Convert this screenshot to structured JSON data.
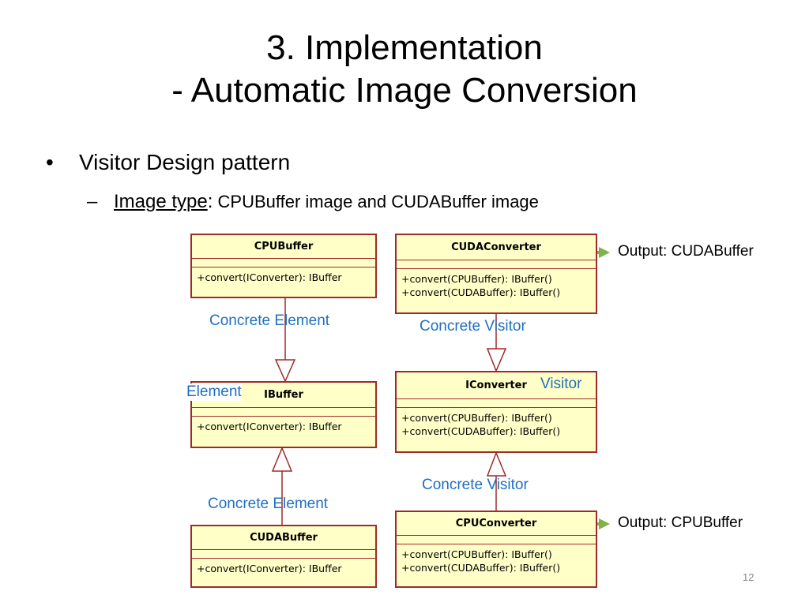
{
  "slide": {
    "title_line1": "3. Implementation",
    "title_line2": "- Automatic Image Conversion",
    "bullet1": "Visitor Design pattern",
    "bullet2_label": "Image type",
    "bullet2_colon": ":",
    "bullet2_text": " CPUBuffer image and CUDABuffer image",
    "page_number": "12"
  },
  "classes": {
    "cpubuffer": {
      "name": "CPUBuffer",
      "ops": [
        "+convert(IConverter): IBuffer"
      ]
    },
    "ibuffer": {
      "name": "IBuffer",
      "ops": [
        "+convert(IConverter): IBuffer"
      ]
    },
    "cudabuffer": {
      "name": "CUDABuffer",
      "ops": [
        "+convert(IConverter): IBuffer"
      ]
    },
    "cudaconverter": {
      "name": "CUDAConverter",
      "ops": [
        "+convert(CPUBuffer): IBuffer()",
        "+convert(CUDABuffer): IBuffer()"
      ]
    },
    "iconverter": {
      "name": "IConverter",
      "ops": [
        "+convert(CPUBuffer): IBuffer()",
        "+convert(CUDABuffer): IBuffer()"
      ]
    },
    "cpuconverter": {
      "name": "CPUConverter",
      "ops": [
        "+convert(CPUBuffer): IBuffer()",
        "+convert(CUDABuffer): IBuffer()"
      ]
    }
  },
  "labels": {
    "concrete_element_top": "Concrete Element",
    "element": "Element",
    "concrete_element_bottom": "Concrete Element",
    "concrete_visitor_top": "Concrete Visitor",
    "visitor": "Visitor",
    "concrete_visitor_bottom": "Concrete Visitor",
    "output_cuda": "Output: CUDABuffer",
    "output_cpu": "Output: CPUBuffer"
  },
  "colors": {
    "label_blue": "#1f6fc0",
    "class_fill": "#ffffc8",
    "class_border": "#a02a2a",
    "arrow_green": "#7fb24a"
  }
}
